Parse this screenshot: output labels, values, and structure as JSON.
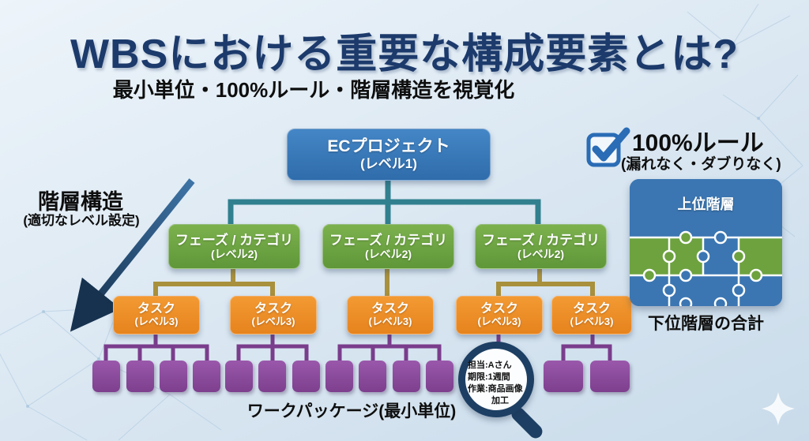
{
  "header": {
    "title": "WBSにおける重要な構成要素とは?",
    "subtitle": "最小単位・100%ルール・階層構造を視覚化"
  },
  "tree": {
    "root": {
      "title": "ECプロジェクト",
      "level": "(レベル1)"
    },
    "phases": [
      {
        "title": "フェーズ / カテゴリ",
        "level": "(レベル2)"
      },
      {
        "title": "フェーズ / カテゴリ",
        "level": "(レベル2)"
      },
      {
        "title": "フェーズ / カテゴリ",
        "level": "(レベル2)"
      }
    ],
    "tasks": [
      {
        "title": "タスク",
        "level": "(レベル3)"
      },
      {
        "title": "タスク",
        "level": "(レベル3)"
      },
      {
        "title": "タスク",
        "level": "(レベル3)"
      },
      {
        "title": "タスク",
        "level": "(レベル3)"
      },
      {
        "title": "タスク",
        "level": "(レベル3)"
      }
    ],
    "work_package_label": "ワークパッケージ(最小単位)"
  },
  "annotations": {
    "hierarchy": {
      "title": "階層構造",
      "subtitle": "(適切なレベル設定)"
    },
    "rule": {
      "title": "100%ルール",
      "subtitle": "(漏れなく・ダブりなく)"
    },
    "puzzle": {
      "top_label": "上位階層",
      "caption": "下位階層の合計"
    },
    "magnifier": {
      "line1": "担当:Aさん",
      "line2": "期限:1週間",
      "line3": "作業:商品画像",
      "line4": "加工"
    }
  },
  "colors": {
    "title_navy": "#1c3a6b",
    "level1_blue": "#3577b7",
    "level2_green": "#6fa342",
    "level3_orange": "#ee8e28",
    "work_package_purple": "#8b4a9c",
    "connector_teal": "#31808f",
    "connector_olive": "#a8903c",
    "connector_purple": "#7a3d8c",
    "accent_navy": "#1d3f63",
    "checkbox_blue": "#2a6cb5"
  }
}
